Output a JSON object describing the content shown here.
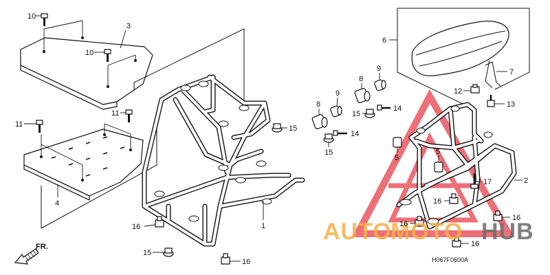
{
  "diagram": {
    "code": "H067F0600A",
    "front_label": "FR.",
    "watermark": {
      "part1": "AUTO",
      "part2": "MOTO",
      "part3": "HUB",
      "color_orange": "#f5b04a",
      "color_gray": "#6b6b6b",
      "color_red": "#e8404a"
    },
    "callouts": {
      "c10a": "10",
      "c10b": "10",
      "c3": "3",
      "c11a": "11",
      "c11b": "11",
      "c4": "4",
      "c1": "1",
      "c15a": "15",
      "c15b": "15",
      "c15c": "15",
      "c15d": "15",
      "c16a": "16",
      "c16b": "16",
      "c8a": "8",
      "c8b": "8",
      "c9a": "9",
      "c9b": "9",
      "c14a": "14",
      "c14b": "14",
      "c6": "6",
      "c7": "7",
      "c12": "12",
      "c13": "13",
      "c5a": "5",
      "c5b": "5",
      "c17": "17",
      "c2": "2",
      "c16c": "16",
      "c16d": "16",
      "c16e": "16",
      "c16f": "16"
    }
  }
}
